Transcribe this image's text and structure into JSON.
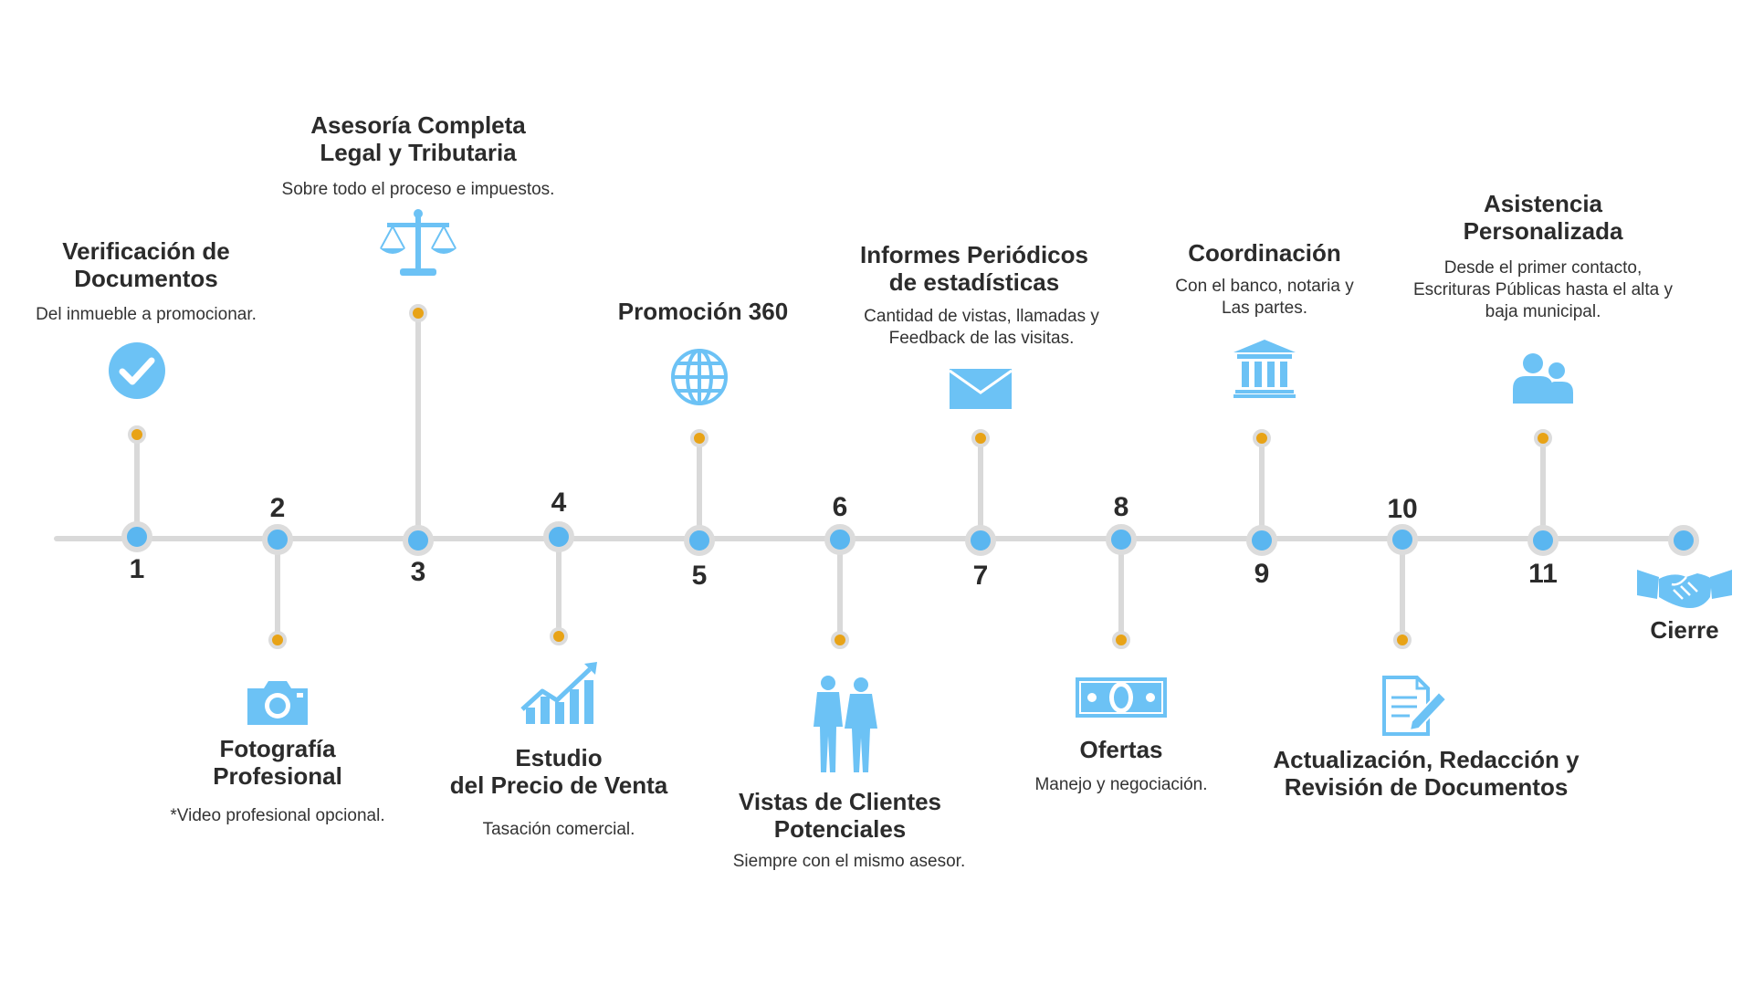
{
  "colors": {
    "line": "#d9d9d9",
    "node_ring": "#dcdcdc",
    "node_fill": "#5ab6f0",
    "dot": "#e8a317",
    "icon": "#6cc2f5",
    "text": "#2b2b2b"
  },
  "steps": [
    {
      "number": "1",
      "title_line1": "Verificación de",
      "title_line2": "Documentos",
      "desc": "Del inmueble a promocionar.",
      "icon": "check-circle-icon"
    },
    {
      "number": "2",
      "title_line1": "Fotografía",
      "title_line2": "Profesional",
      "desc": "*Video profesional opcional.",
      "icon": "camera-icon"
    },
    {
      "number": "3",
      "title_line1": "Asesoría Completa",
      "title_line2": "Legal y Tributaria",
      "desc": "Sobre todo el proceso e impuestos.",
      "icon": "scales-icon"
    },
    {
      "number": "4",
      "title_line1": "Estudio",
      "title_line2": "del Precio de Venta",
      "desc": "Tasación comercial.",
      "icon": "growth-chart-icon"
    },
    {
      "number": "5",
      "title_line1": "Promoción 360",
      "desc": "",
      "icon": "globe-icon"
    },
    {
      "number": "6",
      "title_line1": "Vistas de Clientes",
      "title_line2": "Potenciales",
      "desc": "Siempre con el mismo asesor.",
      "icon": "people-icon"
    },
    {
      "number": "7",
      "title_line1": "Informes Periódicos",
      "title_line2": "de estadísticas",
      "desc_line1": "Cantidad de vistas, llamadas y",
      "desc_line2": "Feedback de las visitas.",
      "icon": "envelope-icon"
    },
    {
      "number": "8",
      "title_line1": "Ofertas",
      "desc": "Manejo y negociación.",
      "icon": "banknote-icon"
    },
    {
      "number": "9",
      "title_line1": "Coordinación",
      "desc_line1": "Con el banco, notaria y",
      "desc_line2": "Las partes.",
      "icon": "bank-icon"
    },
    {
      "number": "10",
      "title_line1": "Actualización, Redacción y",
      "title_line2": "Revisión de Documentos",
      "icon": "document-pen-icon"
    },
    {
      "number": "11",
      "title_line1": "Asistencia",
      "title_line2": "Personalizada",
      "desc_line1": "Desde el primer contacto,",
      "desc_line2": "Escrituras Públicas hasta el alta y",
      "desc_line3": "baja municipal.",
      "icon": "users-icon"
    }
  ],
  "final": {
    "title": "Cierre",
    "icon": "handshake-icon"
  }
}
